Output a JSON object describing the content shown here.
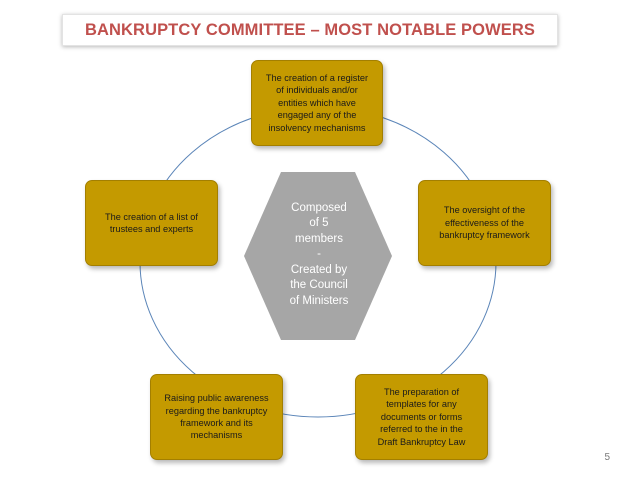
{
  "slide": {
    "title": "BANKRUPTCY COMMITTEE – MOST NOTABLE POWERS",
    "page_number": "5"
  },
  "center": {
    "text": "Composed\nof 5\nmembers\n-\nCreated by\nthe Council\nof Ministers"
  },
  "nodes": [
    {
      "text": "The creation of a register\nof individuals and/or\nentities which have\nengaged any of the\ninsolvency mechanisms"
    },
    {
      "text": "The oversight of the\neffectiveness of the\nbankruptcy framework"
    },
    {
      "text": "The preparation of\ntemplates for any\ndocuments or forms\nreferred to the in the\nDraft Bankruptcy Law"
    },
    {
      "text": "Raising public awareness\nregarding the bankruptcy\nframework and its\nmechanisms"
    },
    {
      "text": "The creation of a list of\ntrustees and experts"
    }
  ],
  "colors": {
    "title_text": "#c0504d",
    "node_fill": "#c49a00",
    "ring_line": "#5b85b8",
    "center_fill": "#a6a6a6"
  }
}
